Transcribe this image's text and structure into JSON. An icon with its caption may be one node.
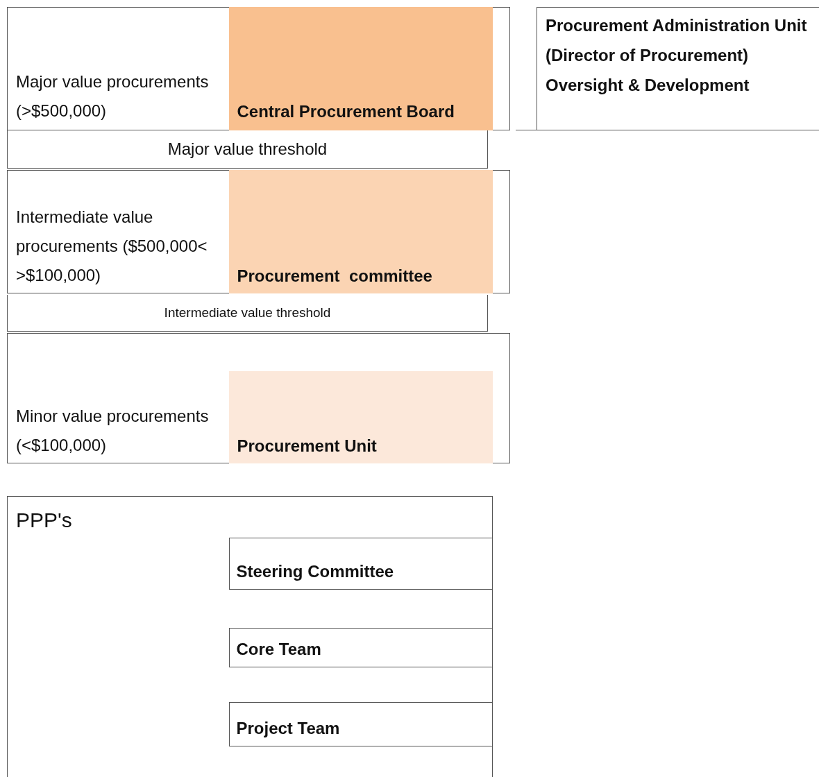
{
  "diagram": {
    "nodes": [
      {
        "text": [
          "Major value procurements (>$500,000)"
        ]
      },
      {
        "text": [
          "Central Procurement Board"
        ],
        "in": 0
      },
      {
        "text": [
          "Procurement Administration Unit (Director of Procurement) Oversight & Development"
        ]
      },
      {
        "text": [
          "Major value threshold"
        ]
      },
      {
        "text": [
          "Intermediate value procurements ($500,000< >$100,000)"
        ]
      },
      {
        "text": [
          "Procurement  committee"
        ],
        "in": 4
      },
      {
        "text": [
          "Intermediate value threshold"
        ]
      },
      {
        "text": [
          "Minor value procurements (<$100,000)"
        ]
      },
      {
        "text": [
          "Procurement Unit"
        ],
        "in": 7
      },
      {
        "text": [
          "PPP's"
        ]
      },
      {
        "text": [
          "Steering Committee"
        ],
        "in": 9
      },
      {
        "text": [
          "Core Team"
        ],
        "in": 9
      },
      {
        "text": [
          "Project Team"
        ],
        "in": 9
      }
    ]
  }
}
